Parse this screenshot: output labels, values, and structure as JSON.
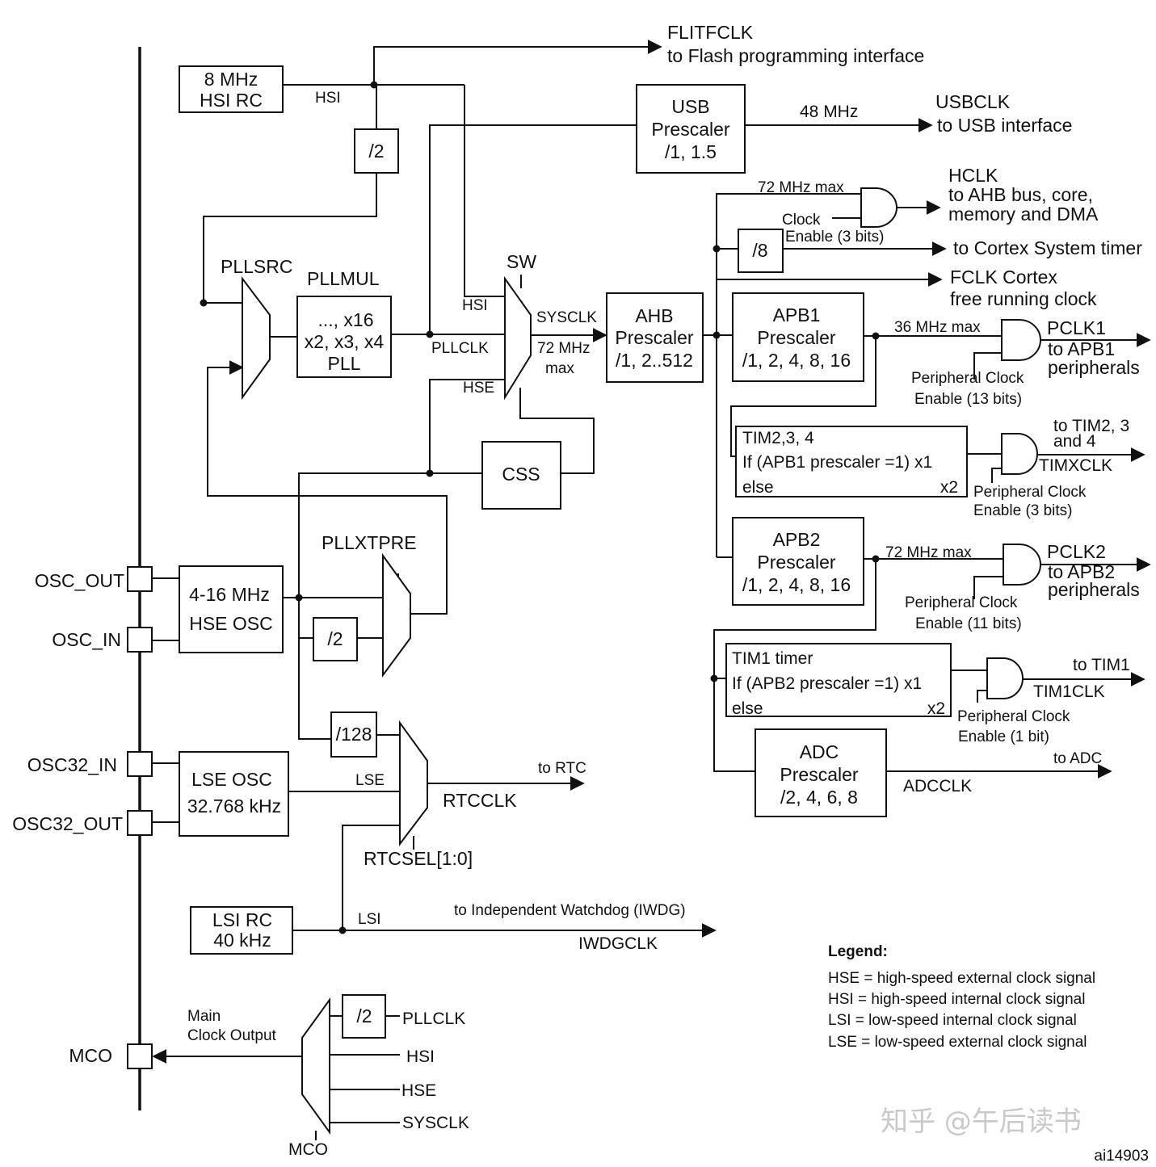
{
  "blocks": {
    "hsi_rc": [
      "8 MHz",
      "HSI RC"
    ],
    "div2_hsi": "/2",
    "pll": [
      "..., x16",
      "x2, x3, x4",
      "PLL"
    ],
    "usb_prescaler": [
      "USB",
      "Prescaler",
      "/1, 1.5"
    ],
    "ahb_prescaler": [
      "AHB",
      "Prescaler",
      "/1, 2..512"
    ],
    "div8": "/8",
    "apb1_prescaler": [
      "APB1",
      "Prescaler",
      "/1, 2, 4, 8, 16"
    ],
    "tim234": [
      "TIM2,3, 4",
      "If (APB1 prescaler =1) x1",
      "else",
      "x2"
    ],
    "apb2_prescaler": [
      "APB2",
      "Prescaler",
      "/1, 2, 4, 8, 16"
    ],
    "tim1": [
      "TIM1 timer",
      "If (APB2 prescaler =1) x1",
      "else",
      "x2"
    ],
    "adc_prescaler": [
      "ADC",
      "Prescaler",
      "/2, 4, 6, 8"
    ],
    "css": "CSS",
    "hse_osc": [
      "4-16 MHz",
      "HSE OSC"
    ],
    "div2_hse": "/2",
    "div128": "/128",
    "lse_osc": [
      "LSE OSC",
      "32.768 kHz"
    ],
    "lsi_rc": [
      "LSI RC",
      "40 kHz"
    ],
    "div2_mco": "/2"
  },
  "pins": {
    "osc_out": "OSC_OUT",
    "osc_in": "OSC_IN",
    "osc32_in": "OSC32_IN",
    "osc32_out": "OSC32_OUT",
    "mco": "MCO"
  },
  "labels": {
    "flitfclk": [
      "FLITFCLK",
      "to Flash programming interface"
    ],
    "hsi": "HSI",
    "usb_freq": "48 MHz",
    "usbclk": [
      "USBCLK",
      "to USB interface"
    ],
    "hclk_max": "72 MHz max",
    "hclk": [
      "HCLK",
      "to AHB bus, core,",
      "memory and DMA"
    ],
    "clock_enable": [
      "Clock",
      "Enable (3 bits)"
    ],
    "cortex_timer": "to Cortex System timer",
    "fclk": [
      "FCLK Cortex",
      "free running clock"
    ],
    "pllsrc": "PLLSRC",
    "pllmul": "PLLMUL",
    "sw": "SW",
    "sw_hsi": "HSI",
    "sysclk": "SYSCLK",
    "sysclk_max": [
      "72 MHz",
      "max"
    ],
    "pllclk": "PLLCLK",
    "sw_hse": "HSE",
    "apb1_max": "36 MHz max",
    "pclk1": [
      "PCLK1",
      "to APB1",
      "peripherals"
    ],
    "pclk1_enable": [
      "Peripheral Clock",
      "Enable (13 bits)"
    ],
    "timx": [
      "to TIM2, 3",
      "and 4",
      "TIMXCLK"
    ],
    "timx_enable": [
      "Peripheral Clock",
      "Enable (3 bits)"
    ],
    "pllxtpre": "PLLXTPRE",
    "apb2_max": "72 MHz max",
    "pclk2": [
      "PCLK2",
      "to APB2",
      "peripherals"
    ],
    "pclk2_enable": [
      "Peripheral Clock",
      "Enable (11 bits)"
    ],
    "tim1clk": [
      "to TIM1",
      "TIM1CLK"
    ],
    "tim1_enable": [
      "Peripheral Clock",
      "Enable (1 bit)"
    ],
    "to_adc": "to ADC",
    "adcclk": "ADCCLK",
    "lse": "LSE",
    "to_rtc": "to RTC",
    "rtcclk": "RTCCLK",
    "rtcsel": "RTCSEL[1:0]",
    "lsi": "LSI",
    "iwdg": [
      "to Independent Watchdog (IWDG)",
      "IWDGCLK"
    ],
    "main_clock_output": [
      "Main",
      "Clock Output"
    ],
    "mco_pllclk": "PLLCLK",
    "mco_hsi": "HSI",
    "mco_hse": "HSE",
    "mco_sysclk": "SYSCLK",
    "mco_mux": "MCO"
  },
  "legend": {
    "title": "Legend:",
    "items": [
      "HSE = high-speed external clock signal",
      "HSI = high-speed internal clock signal",
      "LSI = low-speed internal clock signal",
      "LSE = low-speed external clock signal"
    ]
  },
  "watermark": "知乎 @午后读书",
  "figure_id": "ai14903"
}
